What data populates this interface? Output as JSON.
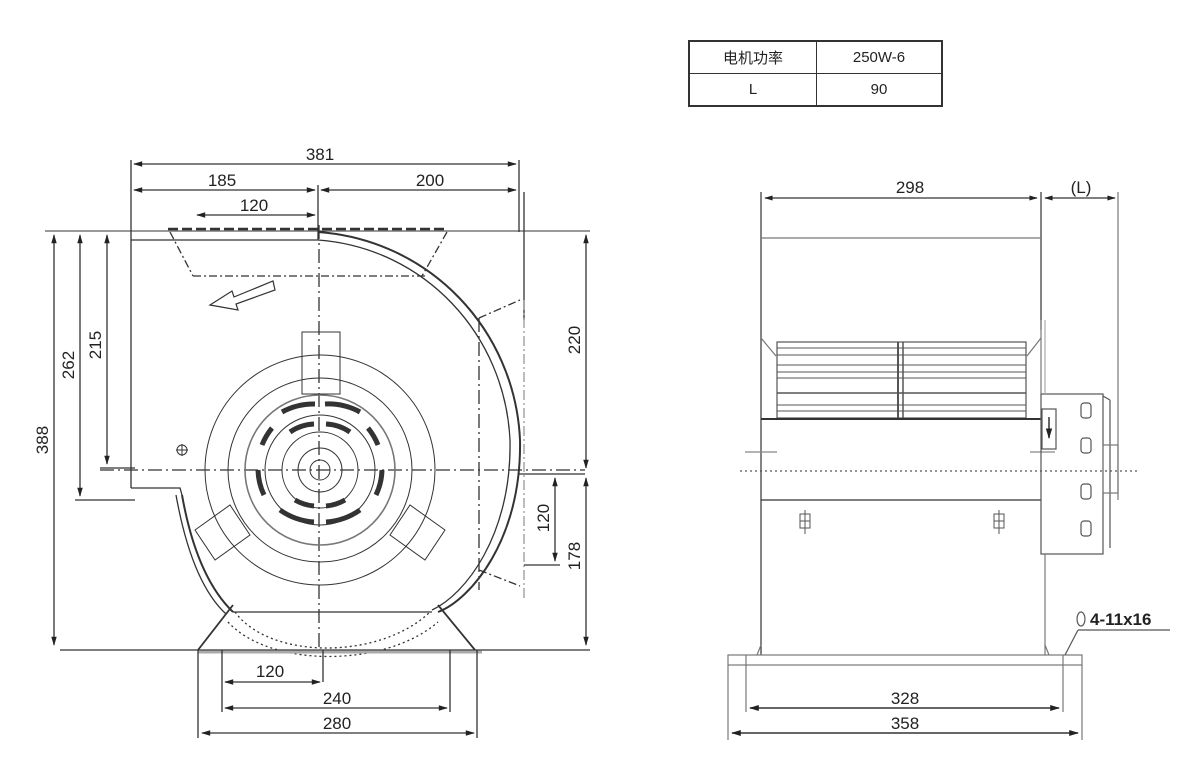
{
  "spec_table": {
    "rows": [
      {
        "key": "电机功率",
        "value": "250W-6"
      },
      {
        "key": "L",
        "value": "90"
      }
    ]
  },
  "front_view": {
    "dimensions": {
      "overall_width": "381",
      "left_width": "185",
      "right_width": "200",
      "outlet_half": "120",
      "overall_height": "388",
      "height_262": "262",
      "height_215": "215",
      "upper_right_height": "220",
      "lower_right_height": "178",
      "lower_offset": "120",
      "base_half": "120",
      "base_hole_span": "240",
      "base_width": "280"
    }
  },
  "side_view": {
    "dimensions": {
      "housing_width": "298",
      "motor_length": "(L)",
      "base_hole_span": "328",
      "base_width": "358"
    },
    "hole_callout": "4-11x16"
  },
  "colors": {
    "line": "#333333",
    "light_line": "#888888",
    "background": "#ffffff"
  }
}
